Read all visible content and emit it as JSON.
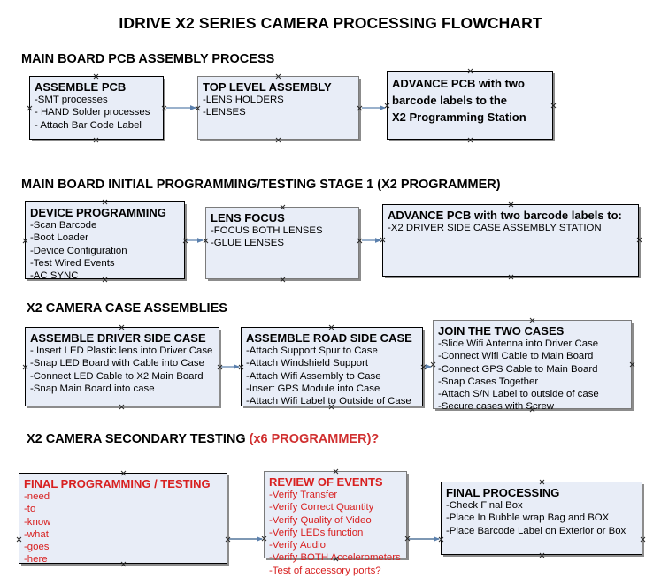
{
  "document": {
    "title": "IDRIVE X2  SERIES CAMERA PROCESSING FLOWCHART"
  },
  "colors": {
    "node_fill": "#e8edf7",
    "node_border_dark": "#000000",
    "node_border_gray": "#7b7b7b",
    "connector": "#7f9cbf",
    "text_black": "#000000",
    "text_red": "#d82020",
    "accent_red": "#d03030"
  },
  "sections": [
    {
      "id": "main-board-pcb-assembly-process",
      "heading": "MAIN BOARD PCB ASSEMBLY PROCESS",
      "heading_accent": "",
      "nodes": [
        {
          "id": "assemble-pcb",
          "title": "ASSEMBLE PCB",
          "title_color": "black",
          "lines": [
            "-SMT processes",
            "- HAND Solder processes",
            "- Attach Bar Code Label"
          ]
        },
        {
          "id": "top-level-assembly",
          "title": "TOP LEVEL ASSEMBLY",
          "title_color": "black",
          "lines": [
            "-LENS HOLDERS",
            "-LENSES"
          ]
        },
        {
          "id": "advance-pcb-to-x2-programming-station",
          "title": "ADVANCE PCB with two\nbarcode labels to the\n X2 Programming Station",
          "title_color": "black",
          "lines": []
        }
      ]
    },
    {
      "id": "main-board-initial-programming",
      "heading": "MAIN BOARD INITIAL PROGRAMMING/TESTING STAGE 1 (X2 PROGRAMMER)",
      "heading_accent": "",
      "nodes": [
        {
          "id": "device-programming",
          "title": "DEVICE PROGRAMMING",
          "title_color": "black",
          "lines": [
            "-Scan Barcode",
            "-Boot Loader",
            "-Device Configuration",
            "-Test Wired Events",
            "-AC SYNC"
          ]
        },
        {
          "id": "lens-focus",
          "title": "LENS FOCUS",
          "title_color": "black",
          "lines": [
            "-FOCUS BOTH LENSES",
            "-GLUE LENSES"
          ]
        },
        {
          "id": "advance-pcb-to-driver-side-case",
          "title": "ADVANCE PCB with two barcode labels to:",
          "title_color": "black",
          "lines": [
            "-X2 DRIVER  SIDE  CASE  ASSEMBLY STATION"
          ]
        }
      ]
    },
    {
      "id": "x2-camera-case-assemblies",
      "heading": "X2 CAMERA CASE ASSEMBLIES",
      "heading_accent": "",
      "nodes": [
        {
          "id": "assemble-driver-side-case",
          "title": "ASSEMBLE DRIVER SIDE CASE",
          "title_color": "black",
          "lines": [
            "- Insert LED Plastic lens into Driver Case",
            "-Snap LED Board with Cable into Case",
            "-Connect LED Cable to X2 Main Board",
            "-Snap Main Board into case"
          ]
        },
        {
          "id": "assemble-road-side-case",
          "title": "ASSEMBLE ROAD SIDE CASE",
          "title_color": "black",
          "lines": [
            "-Attach Support Spur to Case",
            "-Attach Windshield Support",
            "-Attach Wifi Assembly to Case",
            "-Insert GPS Module into Case",
            "-Attach Wifi Label to Outside of Case"
          ]
        },
        {
          "id": "join-the-two-cases",
          "title": "JOIN THE TWO CASES",
          "title_color": "black",
          "lines": [
            "-Slide Wifi Antenna into Driver Case",
            "-Connect Wifi Cable to Main Board",
            "-Connect GPS Cable to Main Board",
            "-Snap Cases Together",
            "-Attach S/N Label to outside of case",
            "-Secure cases with Screw"
          ]
        }
      ]
    },
    {
      "id": "x2-camera-secondary-testing",
      "heading": "X2 CAMERA SECONDARY TESTING ",
      "heading_accent": "(x6 PROGRAMMER)?",
      "nodes": [
        {
          "id": "final-programming-testing",
          "title": "FINAL PROGRAMMING / TESTING",
          "title_color": "red",
          "lines": [
            "-need",
            "-to",
            "-know",
            "-what",
            "-goes",
            "-here"
          ]
        },
        {
          "id": "review-of-events",
          "title": "REVIEW OF EVENTS",
          "title_color": "red",
          "lines": [
            "-Verify Transfer",
            "-Verify Correct Quantity",
            "-Verify Quality of Video",
            "-Verify LEDs function",
            "-Verify Audio",
            "-Verify BOTH Accelerometers",
            "-Test of accessory ports?"
          ]
        },
        {
          "id": "final-processing",
          "title": "FINAL PROCESSING",
          "title_color": "black",
          "lines": [
            "-Check Final Box",
            "-Place In Bubble wrap Bag and BOX",
            "-Place Barcode Label on Exterior or Box"
          ]
        }
      ]
    }
  ]
}
